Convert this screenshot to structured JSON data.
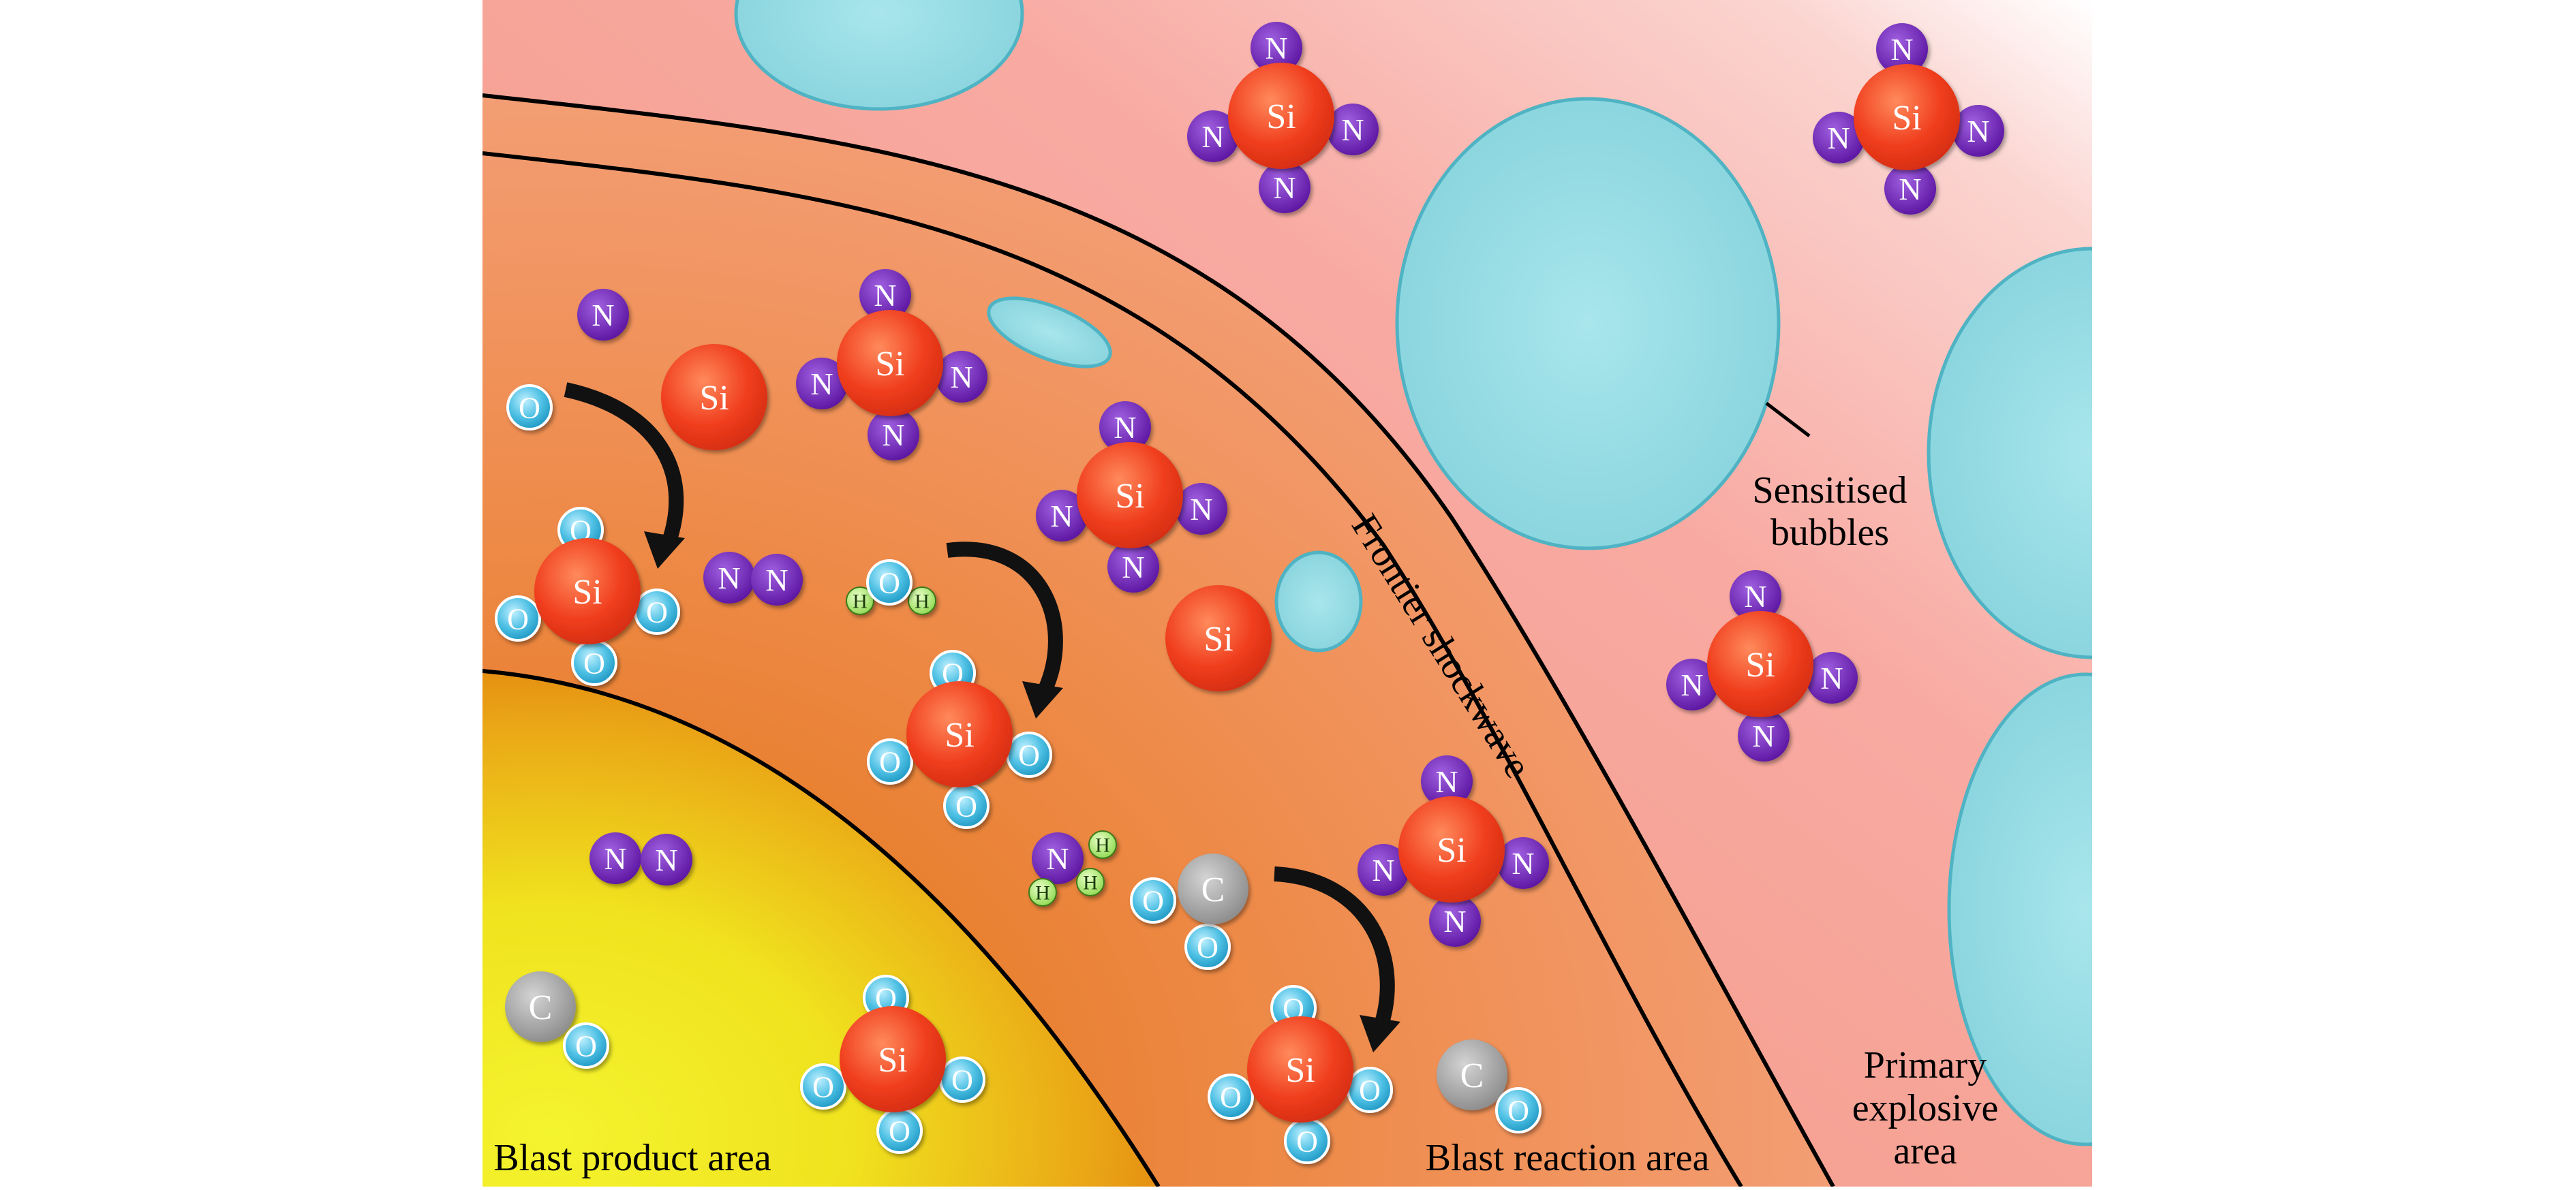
{
  "labels": {
    "sensitised_bubbles_1": "Sensitised",
    "sensitised_bubbles_2": "bubbles",
    "frontier_shockwave": "Frontier shockwave",
    "primary_1": "Primary",
    "primary_2": "explosive",
    "primary_3": "area",
    "blast_reaction_area": "Blast reaction area",
    "blast_product_area": "Blast product area"
  },
  "atoms": {
    "si": "Si",
    "n": "N",
    "o": "O",
    "h": "H",
    "c": "C"
  },
  "colors": {
    "primary_area": "#f7aaa0",
    "reaction_area": "#f08a58",
    "product_area_center": "#f2f22a",
    "product_area_edge": "#e07a10",
    "bubble_fill": "#8fd8e0",
    "bubble_stroke": "#4fb3c3",
    "si": "#e8361a",
    "n": "#6a1fb0",
    "o": "#2aa6cc",
    "h": "#a8e86a",
    "c": "#9a9a9a",
    "arrow": "#111111"
  }
}
